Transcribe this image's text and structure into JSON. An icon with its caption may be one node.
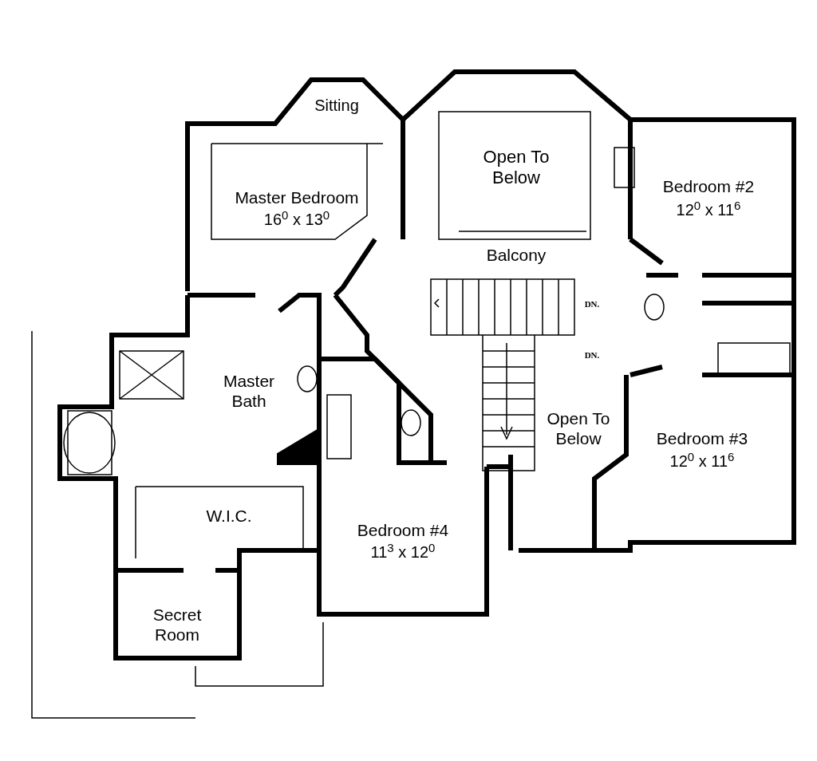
{
  "diagram": {
    "labels": [
      "Sitting",
      "Master Bedroom",
      "16$^{0}$ x 13$^{0}$",
      "Open To Below",
      "Bedroom #2",
      "12$^{0}$ x 11$^{6}$",
      "Balcony",
      "DN.",
      "DN.",
      "Master Bath",
      "Open To Below",
      "Bedroom #3",
      "12$^{0}$ x 11$^{6}$",
      "W.I.C.",
      "Bedroom #4",
      "11$^{3}$ x 12$^{0}$",
      "Secret Room"
    ]
  }
}
